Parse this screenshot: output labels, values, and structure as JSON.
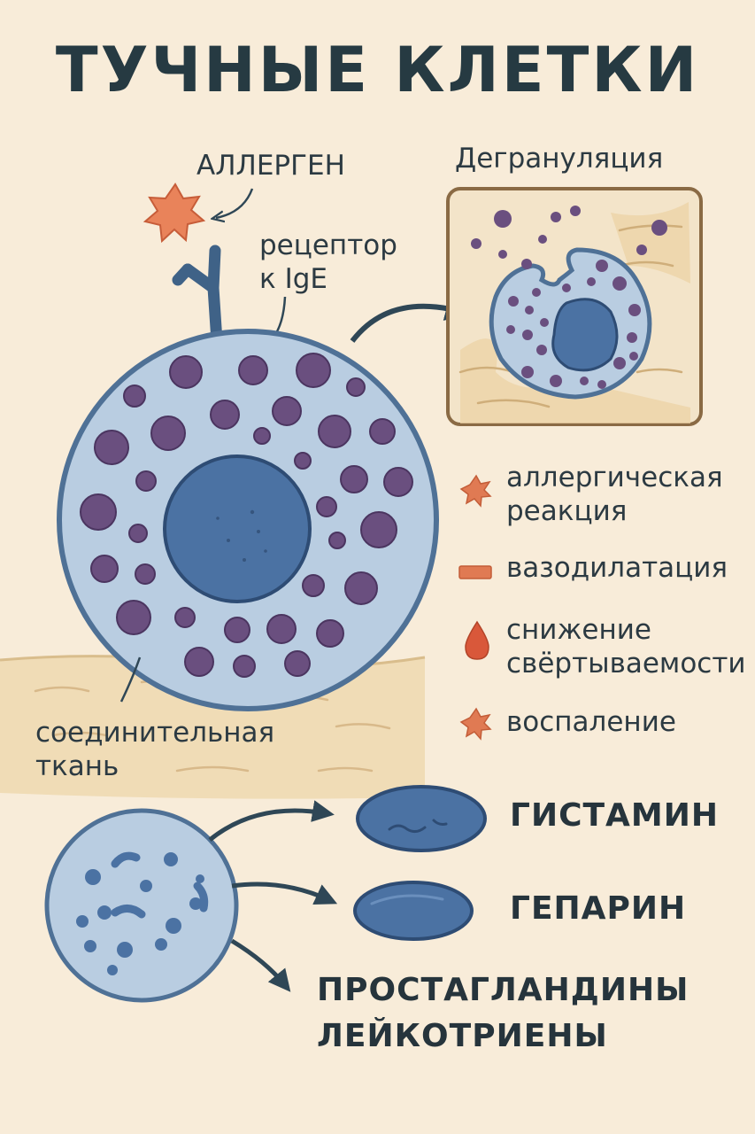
{
  "title": "ТУЧНЫЕ КЛЕТКИ",
  "labels": {
    "allergen": "АЛЛЕРГЕН",
    "receptor": "рецептор\nк IgE",
    "degranulation": "Дегрануляция",
    "connective_tissue": "соединительная\nткань"
  },
  "legend": [
    {
      "icon": "starburst-icon",
      "color": "#d9704a",
      "text": "аллергическая\nреакция"
    },
    {
      "icon": "bar-icon",
      "color": "#d9704a",
      "text": "вазодилатация"
    },
    {
      "icon": "drop-icon",
      "color": "#d9704a",
      "text": "снижение\nсвёртываемости"
    },
    {
      "icon": "starburst-icon",
      "color": "#d9704a",
      "text": "воспаление"
    }
  ],
  "mediators": {
    "histamine": "ГИСТАМИН",
    "heparin": "ГЕПАРИН",
    "lipid": "ПРОСТАГЛАНДИНЫ\nЛЕЙКОТРИЕНЫ"
  },
  "colors": {
    "background": "#f8ecd9",
    "cell_fill": "#b8cce0",
    "cell_outline": "#4e6f93",
    "nucleus": "#4b72a3",
    "granule": "#6a4f7f",
    "accent": "#d9704a",
    "tissue": "#ecd7b0"
  }
}
